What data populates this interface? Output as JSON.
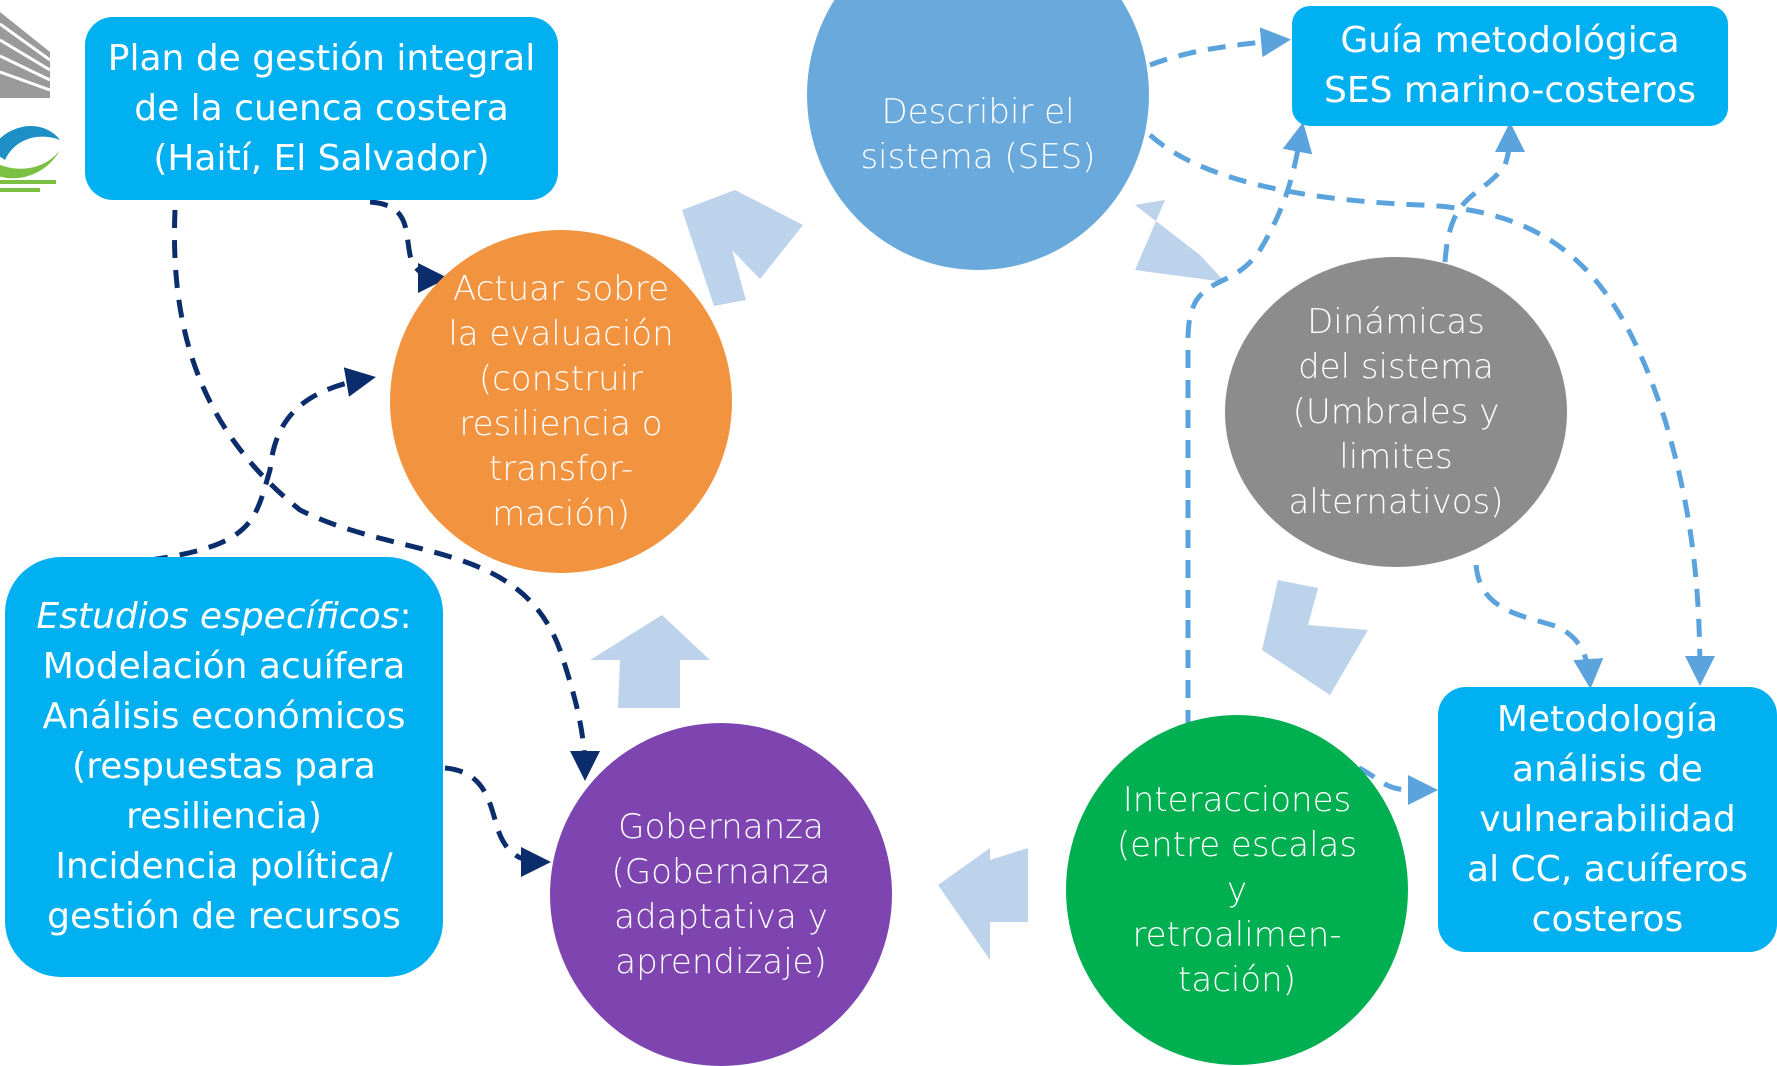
{
  "colors": {
    "box_blue": "#00b0f0",
    "circle_describe": "#6aa9dc",
    "circle_dynamics": "#8c8c8c",
    "circle_interactions": "#00b050",
    "circle_governance": "#7e45b0",
    "circle_act": "#f29340",
    "cycle_arrow": "#bdd3ec",
    "dashed_dark": "#0b2d6b",
    "dashed_light": "#5ba3dd"
  },
  "boxes": {
    "plan": {
      "lines": [
        "Plan de gestión integral",
        "de la cuenca costera",
        "(Haití, El Salvador)"
      ]
    },
    "guide": {
      "lines": [
        "Guía metodológica",
        "SES marino-costeros"
      ]
    },
    "method": {
      "lines": [
        "Metodología",
        "análisis de",
        "vulnerabilidad",
        "al CC, acuíferos",
        "costeros"
      ]
    },
    "studies": {
      "heading_italic": "Estudios específicos",
      "heading_suffix": ":",
      "lines": [
        "Modelación acuífera",
        "Análisis económicos",
        "(respuestas para",
        "resiliencia)",
        "Incidencia política/",
        "gestión de recursos"
      ]
    }
  },
  "circles": {
    "describe": {
      "lines": [
        "Describir el",
        "sistema (SES)"
      ]
    },
    "dynamics": {
      "lines": [
        "Dinámicas",
        "del sistema",
        "(Umbrales y",
        "limites",
        "alternativos)"
      ]
    },
    "interactions": {
      "lines": [
        "Interacciones",
        "(entre escalas",
        "y",
        "retroalimen-",
        "tación)"
      ]
    },
    "governance": {
      "lines": [
        "Gobernanza",
        "(Gobernanza",
        "adaptativa y",
        "aprendizaje)"
      ]
    },
    "act": {
      "lines": [
        "Actuar sobre",
        "la evaluación",
        "(construir",
        "resiliencia o",
        "transfor-",
        "mación)"
      ]
    }
  }
}
